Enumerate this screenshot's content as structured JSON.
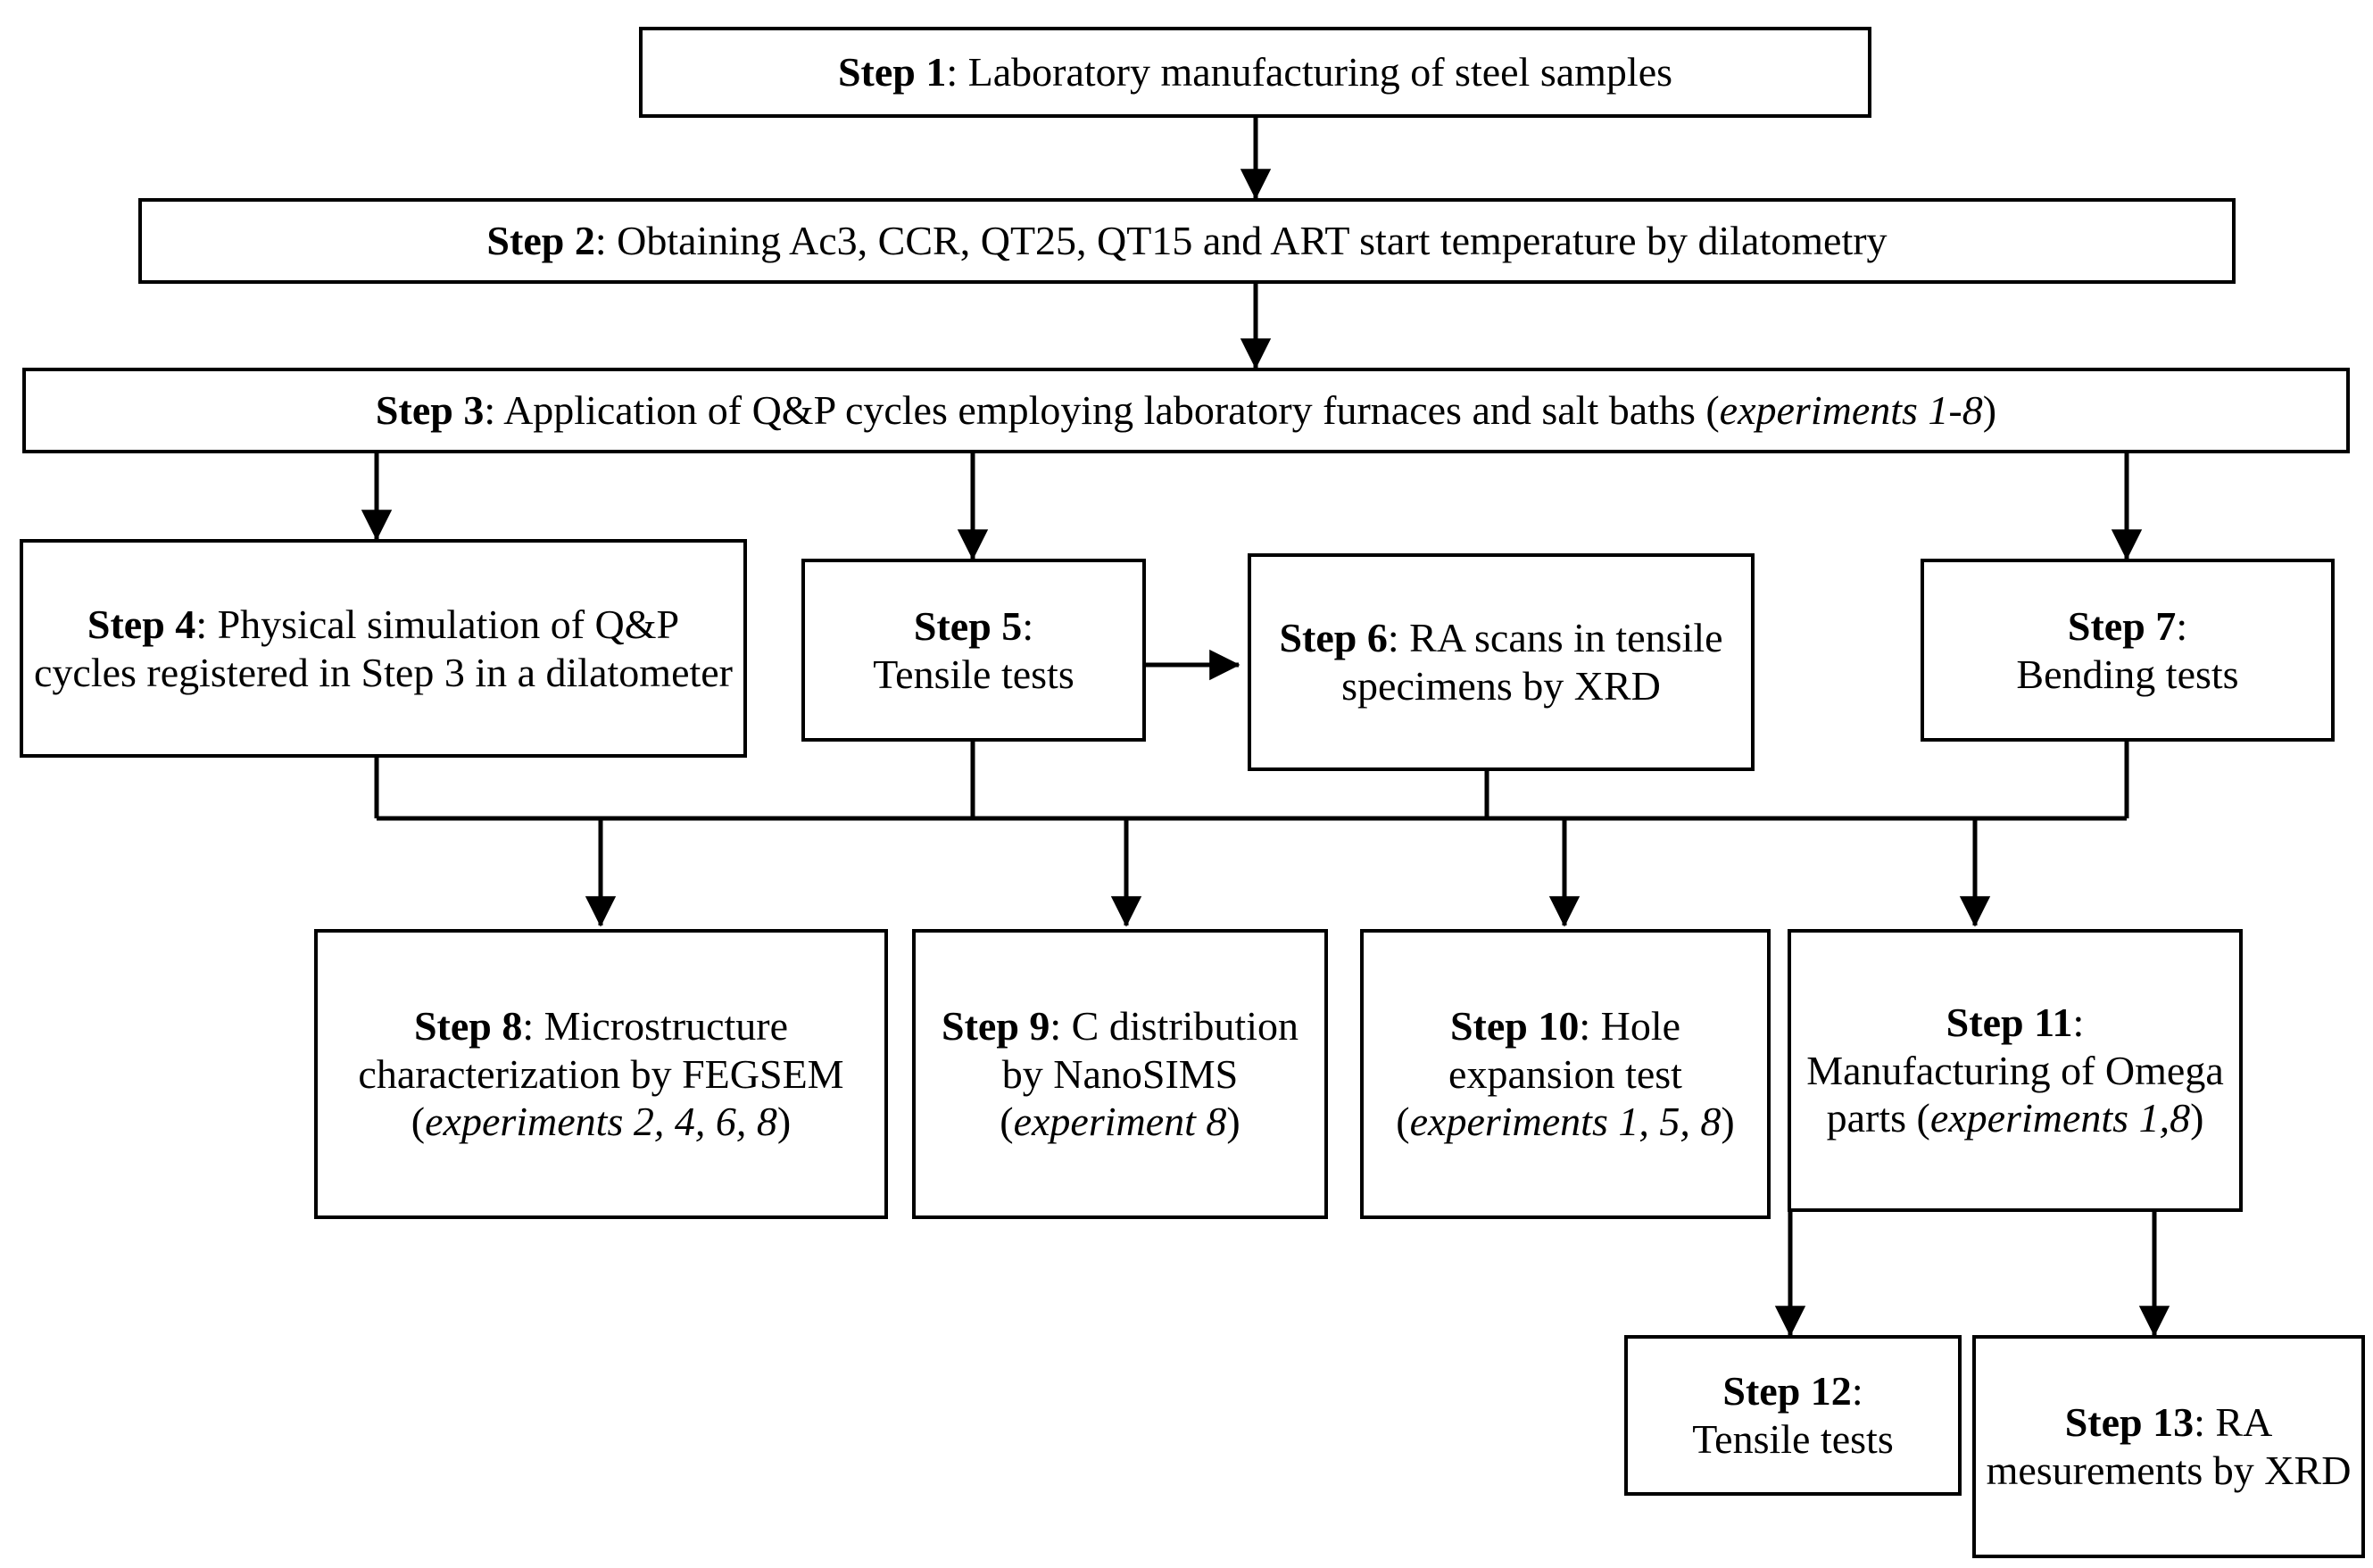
{
  "diagram": {
    "title": "Experimental methodology flowchart",
    "type": "flowchart",
    "background_color": "#ffffff",
    "line_color": "#000000",
    "text_color": "#000000",
    "nodes": [
      {
        "id": "step1",
        "label": "Step 1",
        "text": "Step 1: Laboratory manufacturing of steel samples",
        "html": "<b>Step 1</b>: Laboratory manufacturing of steel samples"
      },
      {
        "id": "step2",
        "label": "Step 2",
        "text": "Step 2: Obtaining Ac3, CCR, QT25, QT15 and ART start temperature by dilatometry",
        "html": "<b>Step 2</b>: Obtaining Ac3, CCR, QT25, QT15 and ART start temperature by dilatometry"
      },
      {
        "id": "step3",
        "label": "Step 3",
        "text": "Step 3: Application of Q&P cycles employing laboratory furnaces and salt baths (experiments 1-8)",
        "html": "<b>Step 3</b>: Application of Q&amp;P cycles employing laboratory furnaces and salt baths (<i>experiments 1-8</i>)"
      },
      {
        "id": "step4",
        "label": "Step 4",
        "text": "Step 4: Physical simulation of Q&P cycles registered in Step 3 in a dilatometer",
        "html": "<b>Step 4</b>: Physical simulation of Q&amp;P cycles registered in Step 3 in a dilatometer"
      },
      {
        "id": "step5",
        "label": "Step 5",
        "text": "Step 5: Tensile tests",
        "html": "<b>Step 5</b>:<br>Tensile tests"
      },
      {
        "id": "step6",
        "label": "Step 6",
        "text": "Step 6: RA scans in tensile specimens by XRD",
        "html": "<b>Step 6</b>: RA scans in tensile specimens by XRD"
      },
      {
        "id": "step7",
        "label": "Step 7",
        "text": "Step 7: Bending tests",
        "html": "<b>Step 7</b>:<br>Bending tests"
      },
      {
        "id": "step8",
        "label": "Step 8",
        "text": "Step 8: Microstructure characterization by FEGSEM (experiments 2, 4, 6, 8)",
        "html": "<b>Step 8</b>: Microstructure characterization by FEGSEM (<i>experiments 2, 4, 6, 8</i>)"
      },
      {
        "id": "step9",
        "label": "Step 9",
        "text": "Step 9: C distribution by NanoSIMS (experiment 8)",
        "html": "<b>Step 9</b>: C distribution by NanoSIMS<br>(<i>experiment 8</i>)"
      },
      {
        "id": "step10",
        "label": "Step 10",
        "text": "Step 10: Hole expansion test (experiments 1, 5, 8)",
        "html": "<b>Step 10</b>: Hole expansion test (<i>experiments 1, 5, 8</i>)"
      },
      {
        "id": "step11",
        "label": "Step 11",
        "text": "Step 11: Manufacturing of Omega parts (experiments 1,8)",
        "html": "<b>Step 11</b>:<br>Manufacturing of Omega parts (<i>experiments 1,8</i>)"
      },
      {
        "id": "step12",
        "label": "Step 12",
        "text": "Step 12: Tensile tests",
        "html": "<b>Step 12</b>:<br>Tensile tests"
      },
      {
        "id": "step13",
        "label": "Step 13",
        "text": "Step 13: RA mesurements by XRD",
        "html": "<b>Step 13</b>: RA mesurements by XRD"
      }
    ],
    "edges": [
      {
        "from": "step1",
        "to": "step2"
      },
      {
        "from": "step2",
        "to": "step3"
      },
      {
        "from": "step3",
        "to": "step4"
      },
      {
        "from": "step3",
        "to": "step5"
      },
      {
        "from": "step3",
        "to": "step7"
      },
      {
        "from": "step5",
        "to": "step6"
      },
      {
        "from": "step4",
        "to": "step8"
      },
      {
        "from": "step5",
        "to": "step9"
      },
      {
        "from": "step6",
        "to": "step10"
      },
      {
        "from": "step7",
        "to": "step11"
      },
      {
        "from": "step11",
        "to": "step12"
      },
      {
        "from": "step11",
        "to": "step13"
      }
    ]
  }
}
